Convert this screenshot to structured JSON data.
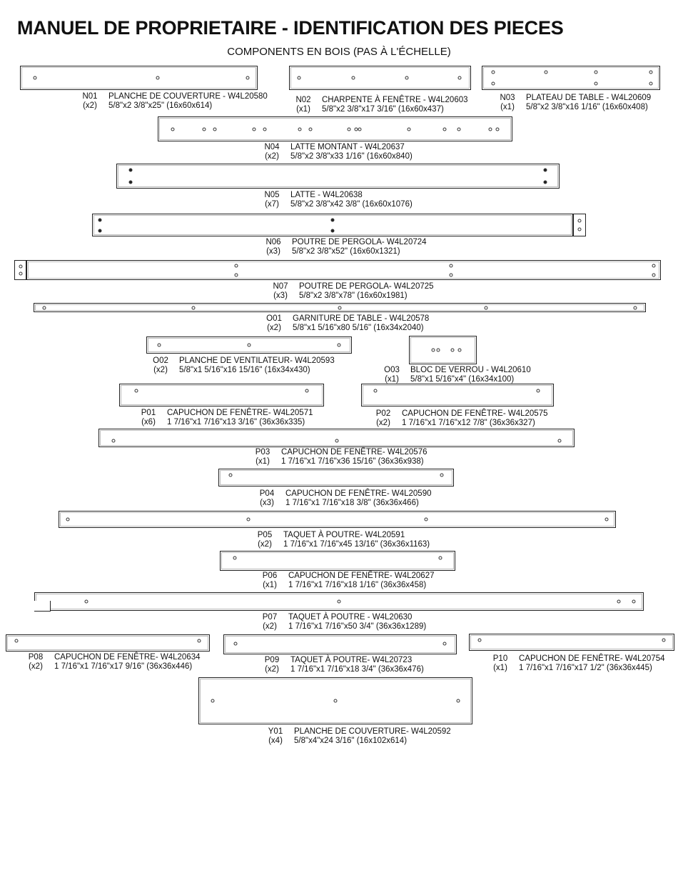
{
  "title": "MANUEL DE PROPRIETAIRE - IDENTIFICATION DES PIECES",
  "subtitle": "COMPONENTS EN BOIS (PAS À L'ÉCHELLE)",
  "parts": [
    {
      "code": "N01",
      "qty": "(x2)",
      "name": "PLANCHE DE COUVERTURE - W4L20580",
      "dims": "5/8\"x2 3/8\"x25\" (16x60x614)"
    },
    {
      "code": "N02",
      "qty": "(x1)",
      "name": "CHARPENTE À FENÊTRE - W4L20603",
      "dims": "5/8\"x2 3/8\"x17 3/16\" (16x60x437)"
    },
    {
      "code": "N03",
      "qty": "(x1)",
      "name": "PLATEAU DE TABLE - W4L20609",
      "dims": "5/8\"x2 3/8\"x16 1/16\" (16x60x408)"
    },
    {
      "code": "N04",
      "qty": "(x2)",
      "name": "LATTE MONTANT - W4L20637",
      "dims": "5/8\"x2 3/8\"x33 1/16\" (16x60x840)"
    },
    {
      "code": "N05",
      "qty": "(x7)",
      "name": "LATTE - W4L20638",
      "dims": "5/8\"x2 3/8\"x42 3/8\" (16x60x1076)"
    },
    {
      "code": "N06",
      "qty": "(x3)",
      "name": "POUTRE DE PERGOLA- W4L20724",
      "dims": "5/8\"x2 3/8\"x52\" (16x60x1321)"
    },
    {
      "code": "N07",
      "qty": "(x3)",
      "name": "POUTRE DE PERGOLA- W4L20725",
      "dims": "5/8\"x2 3/8\"x78\" (16x60x1981)"
    },
    {
      "code": "O01",
      "qty": "(x2)",
      "name": "GARNITURE DE TABLE - W4L20578",
      "dims": "5/8\"x1 5/16\"x80 5/16\" (16x34x2040)"
    },
    {
      "code": "O02",
      "qty": "(x2)",
      "name": "PLANCHE DE VENTILATEUR- W4L20593",
      "dims": "5/8\"x1 5/16\"x16 15/16\" (16x34x430)"
    },
    {
      "code": "O03",
      "qty": "(x1)",
      "name": "BLOC DE VERROU - W4L20610",
      "dims": "5/8\"x1 5/16\"x4\" (16x34x100)"
    },
    {
      "code": "P01",
      "qty": "(x6)",
      "name": "CAPUCHON DE FENÊTRE- W4L20571",
      "dims": "1 7/16\"x1 7/16\"x13 3/16\" (36x36x335)"
    },
    {
      "code": "P02",
      "qty": "(x2)",
      "name": "CAPUCHON DE FENÊTRE- W4L20575",
      "dims": "1 7/16\"x1 7/16\"x12 7/8\" (36x36x327)"
    },
    {
      "code": "P03",
      "qty": "(x1)",
      "name": "CAPUCHON DE FENÊTRE- W4L20576",
      "dims": "1 7/16\"x1 7/16\"x36 15/16\" (36x36x938)"
    },
    {
      "code": "P04",
      "qty": "(x3)",
      "name": "CAPUCHON DE FENÊTRE- W4L20590",
      "dims": "1 7/16\"x1 7/16\"x18 3/8\" (36x36x466)"
    },
    {
      "code": "P05",
      "qty": "(x2)",
      "name": "TAQUET À POUTRE- W4L20591",
      "dims": "1 7/16\"x1 7/16\"x45 13/16\" (36x36x1163)"
    },
    {
      "code": "P06",
      "qty": "(x1)",
      "name": "CAPUCHON DE FENÊTRE- W4L20627",
      "dims": "1 7/16\"x1 7/16\"x18 1/16\" (36x36x458)"
    },
    {
      "code": "P07",
      "qty": "(x2)",
      "name": "TAQUET À POUTRE - W4L20630",
      "dims": "1 7/16\"x1 7/16\"x50 3/4\" (36x36x1289)"
    },
    {
      "code": "P08",
      "qty": "(x2)",
      "name": "CAPUCHON DE FENÊTRE- W4L20634",
      "dims": "1 7/16\"x1 7/16\"x17 9/16\" (36x36x446)"
    },
    {
      "code": "P09",
      "qty": "(x2)",
      "name": "TAQUET À POUTRE- W4L20723",
      "dims": "1 7/16\"x1 7/16\"x18 3/4\" (36x36x476)"
    },
    {
      "code": "P10",
      "qty": "(x1)",
      "name": "CAPUCHON DE FENÊTRE- W4L20754",
      "dims": "1 7/16\"x1 7/16\"x17 1/2\" (36x36x445)"
    },
    {
      "code": "Y01",
      "qty": "(x4)",
      "name": "PLANCHE DE COUVERTURE- W4L20592",
      "dims": "5/8\"x4\"x24 3/16\" (16x102x614)"
    }
  ]
}
